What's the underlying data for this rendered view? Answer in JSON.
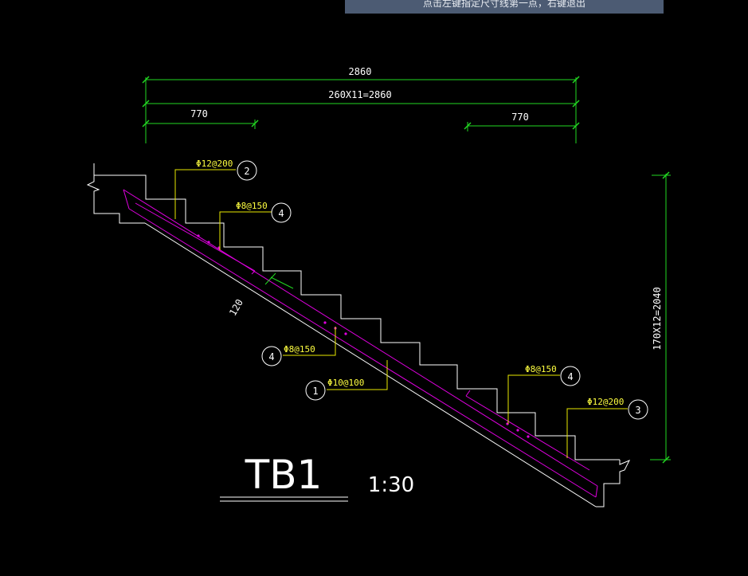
{
  "status_prompt": "点击左键指定尺寸线第一点，右键退出",
  "dimensions": {
    "total_span": "2860",
    "step_run": "260X11=2860",
    "left_landing": "770",
    "right_landing": "770",
    "vertical_rise": "170X12=2040",
    "slab_thickness": "120"
  },
  "rebar_callouts": [
    {
      "label": "Φ12@200",
      "number": "2"
    },
    {
      "label": "Φ8@150",
      "number": "4"
    },
    {
      "label": "Φ8@150",
      "number": "4"
    },
    {
      "label": "Φ10@100",
      "number": "1"
    },
    {
      "label": "Φ8@150",
      "number": "4"
    },
    {
      "label": "Φ12@200",
      "number": "3"
    }
  ],
  "drawing_title": "TB1",
  "drawing_scale": "1:30",
  "colors": {
    "background": "#000000",
    "dimension": "#22d822",
    "outline": "#ffffff",
    "rebar": "#e000e0",
    "leader": "#e8e800"
  }
}
